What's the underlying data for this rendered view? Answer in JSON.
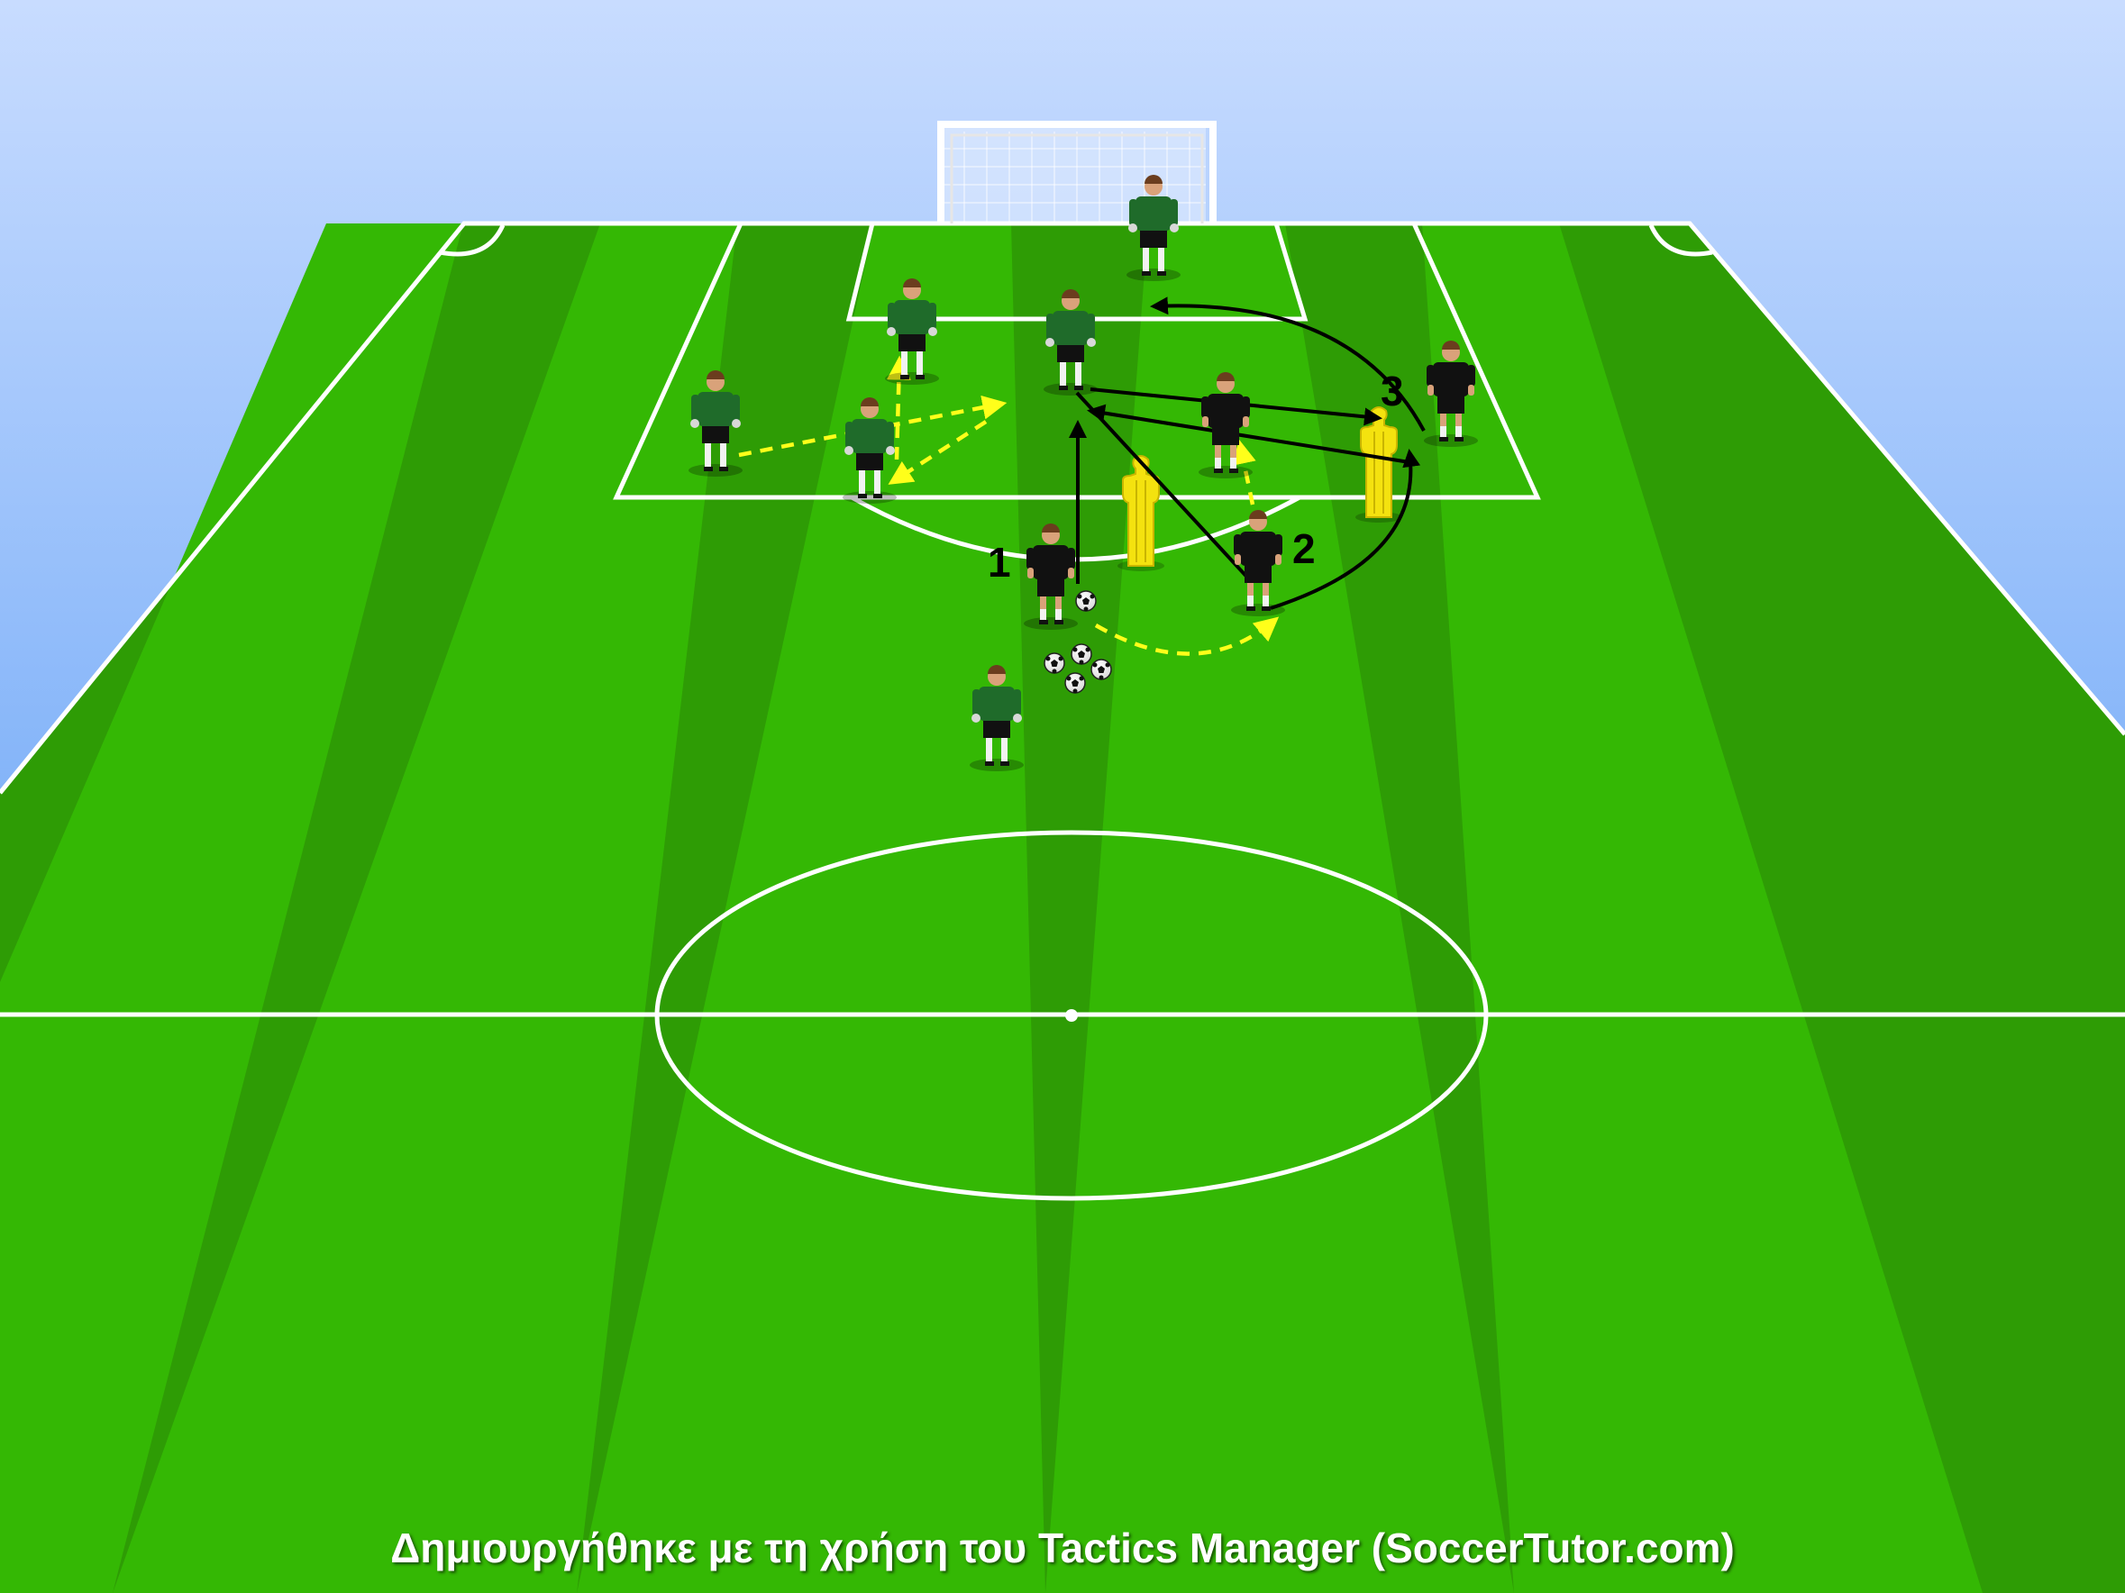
{
  "caption": "Δημιουργήθηκε με τη χρήση του Tactics Manager (SoccerTutor.com)",
  "labels": {
    "one": "1",
    "two": "2",
    "three": "3"
  },
  "colors": {
    "sky_top": "#c8dcff",
    "sky_bottom": "#3f8cf2",
    "grass_dark": "#2e9c05",
    "grass_light": "#34b804",
    "pass_arrow": "#ffff1a",
    "run_arrow": "#000000",
    "shirt_green": "#1f6b2a",
    "shirt_black": "#111111",
    "mannequin": "#f4e20f"
  },
  "icons": {
    "player": "player-figure-icon",
    "ball": "soccer-ball-icon",
    "mannequin": "training-mannequin-icon",
    "goal": "goal-net-icon"
  }
}
